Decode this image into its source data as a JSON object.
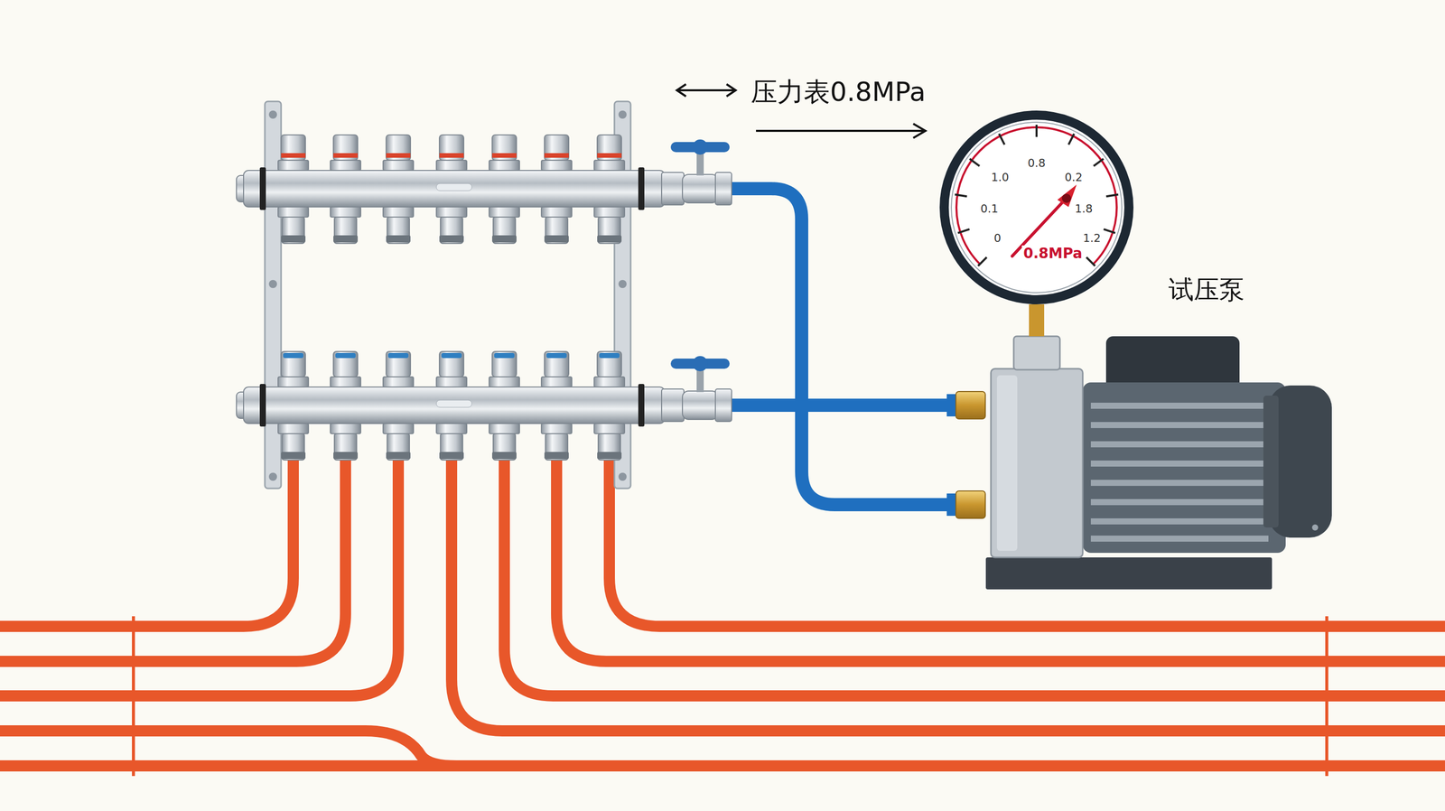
{
  "diagram": {
    "nodes": [
      {
        "text": [
          "0.8MPa"
        ]
      },
      {
        "text": [
          "试压泵"
        ]
      }
    ],
    "edges": [
      {
        "from": 0,
        "to": 1,
        "arrow": "none"
      }
    ],
    "labels": [
      "压力表0.8MPa",
      "1.0",
      "0.8",
      "0.2",
      "0.1",
      "1.8",
      "0",
      "1.2"
    ]
  }
}
